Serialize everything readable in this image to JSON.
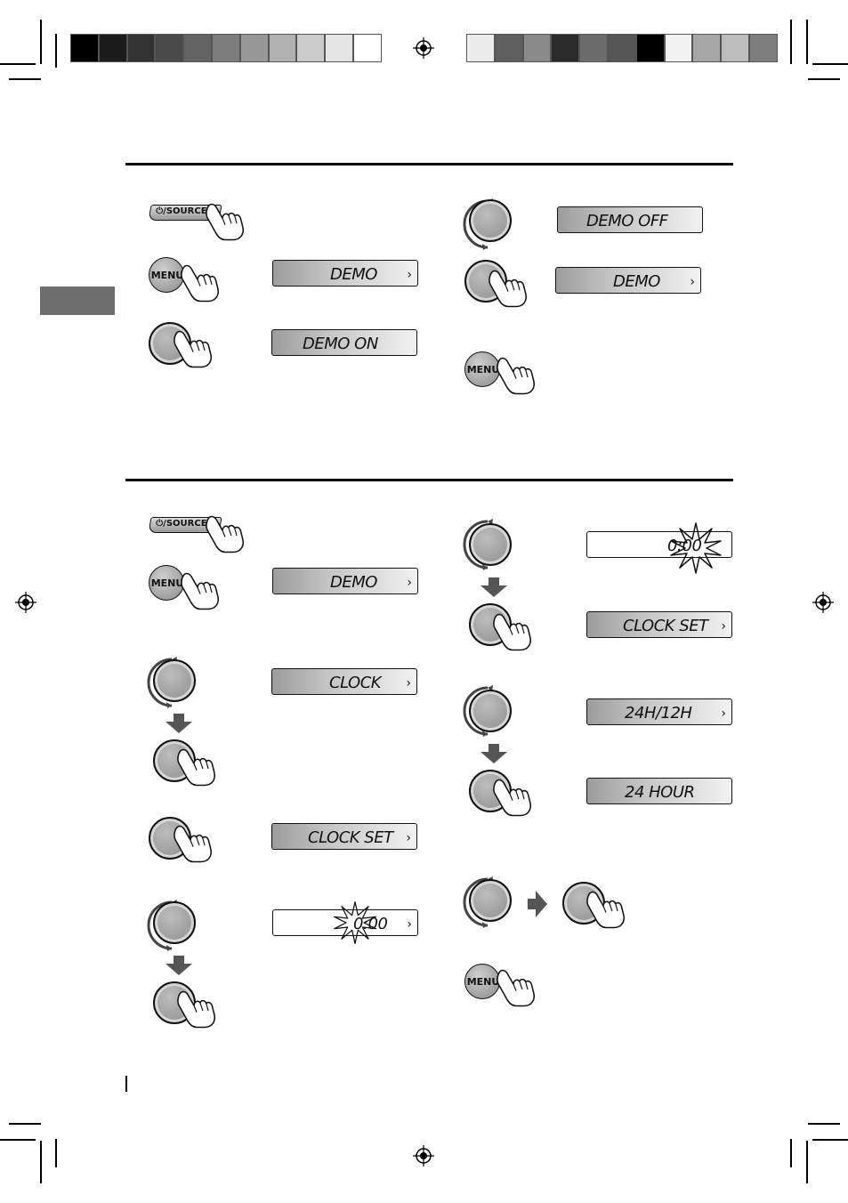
{
  "color_bar_left": [
    "#000000",
    "#1c1c1c",
    "#333333",
    "#4a4a4a",
    "#646464",
    "#7d7d7d",
    "#979797",
    "#b1b1b1",
    "#cbcbcb",
    "#e4e4e4",
    "#ffffff"
  ],
  "color_bar_right": [
    "#ececec",
    "#5f5f5f",
    "#8a8a8a",
    "#2a2a2a",
    "#6c6c6c",
    "#555555",
    "#000000",
    "#f2f2f2",
    "#a7a7a7",
    "#bdbdbd",
    "#7e7e7e"
  ],
  "buttons": {
    "source_label": "⏻/SOURCE",
    "menu_label": "MENU"
  },
  "demo_section": {
    "display_demo": "DEMO",
    "display_demo_on": "DEMO ON",
    "display_demo_off": "DEMO OFF",
    "display_demo_2": "DEMO"
  },
  "clock_section": {
    "display_demo": "DEMO",
    "display_clock": "CLOCK",
    "display_clock_set": "CLOCK SET",
    "display_time_hour": "0:00",
    "display_time_min": "0:00",
    "display_clock_set_2": "CLOCK SET",
    "display_24h12h": "24H/12H",
    "display_24hour": "24 HOUR"
  },
  "arrow_glyph": "›"
}
